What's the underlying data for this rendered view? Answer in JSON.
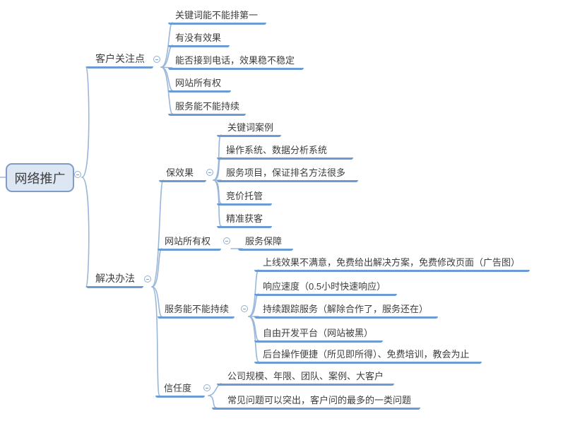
{
  "colors": {
    "topic_underline": "#6b9bd3",
    "connector_curve": "#9ab7da",
    "root_fill": "#dce7f3",
    "root_border": "#7e9cc5",
    "text": "#3d3d3d",
    "background": "#ffffff"
  },
  "icons": {
    "collapse": "minus-circle"
  },
  "mindmap": {
    "root": {
      "label": "网络推广"
    },
    "branches": [
      {
        "label": "客户关注点",
        "children": [
          {
            "label": "关键词能不能排第一"
          },
          {
            "label": "有没有效果"
          },
          {
            "label": "能否接到电话，效果稳不稳定"
          },
          {
            "label": "网站所有权"
          },
          {
            "label": "服务能不能持续"
          }
        ]
      },
      {
        "label": "解决办法",
        "children": [
          {
            "label": "保效果",
            "children": [
              {
                "label": "关键词案例"
              },
              {
                "label": "操作系统、数据分析系统"
              },
              {
                "label": "服务项目，保证排名方法很多"
              },
              {
                "label": "竞价托管"
              },
              {
                "label": "精准获客"
              }
            ]
          },
          {
            "label": "网站所有权",
            "children": [
              {
                "label": "服务保障"
              }
            ]
          },
          {
            "label": "服务能不能持续",
            "children": [
              {
                "label": "上线效果不满意，免费给出解决方案，免费修改页面（广告图）"
              },
              {
                "label": "响应速度（0.5小时快速响应）"
              },
              {
                "label": "持续跟踪服务（解除合作了，服务还在）"
              },
              {
                "label": "自由开发平台（网站被黑）"
              },
              {
                "label": "后台操作便捷（所见即所得）、免费培训，教会为止"
              }
            ]
          },
          {
            "label": "信任度",
            "children": [
              {
                "label": "公司规模、年限、团队、案例、大客户"
              },
              {
                "label": "常见问题可以突出，客户问的最多的一类问题"
              }
            ]
          }
        ]
      }
    ]
  }
}
